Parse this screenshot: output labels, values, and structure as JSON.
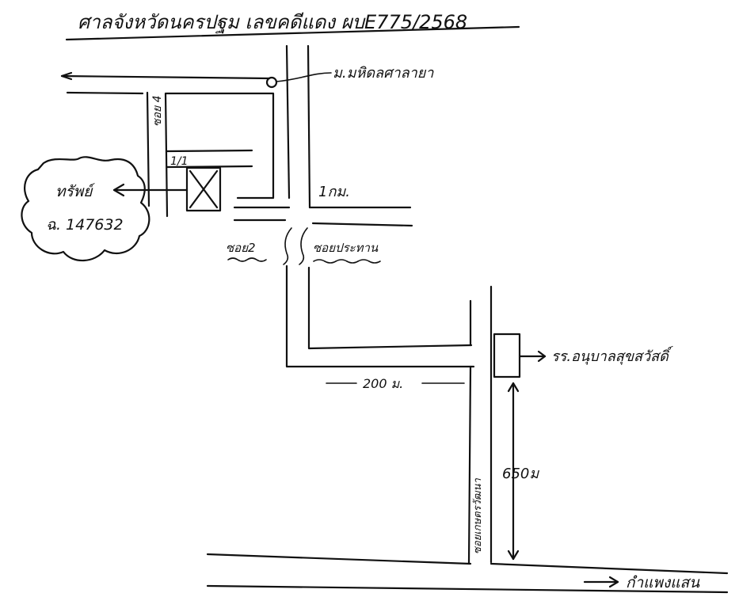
{
  "header": {
    "title": "ศาลจังหวัดนครปฐม  เลขคดีแดง ผบE775/2568"
  },
  "labels": {
    "university": "ม.มหิดลศาลายา",
    "asset": "ทรัพย์",
    "deed": "ฉ. 147632",
    "plot": "1/1",
    "soi_left_vertical": "ซอย 4",
    "distance_1km": "1กม.",
    "soi_2": "ซอย2",
    "soi_prachathan": "ซอยประทาน",
    "school": "รร.อนุบาลสุขสวัสดิ์",
    "distance_200m": "200 ม.",
    "soi_road_vertical": "ซอยเกษตรวัฒนา",
    "distance_650m": "650ม",
    "kamphaeng_saen": "กำแพงแสน"
  }
}
